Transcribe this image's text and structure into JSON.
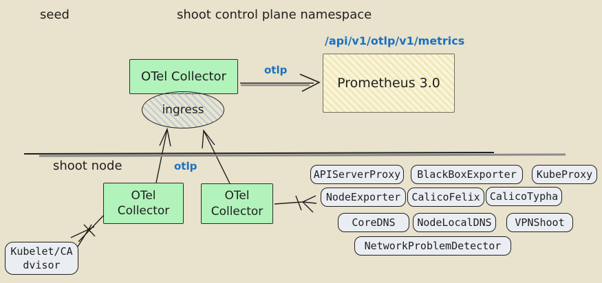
{
  "labels": {
    "seed": "seed",
    "control_plane": "shoot control plane namespace",
    "shoot_node": "shoot node"
  },
  "seed_section": {
    "otel_collector_label": "OTel Collector",
    "ingress_label": "ingress",
    "otlp_arrow_label": "otlp",
    "prometheus_label": "Prometheus 3.0",
    "prometheus_endpoint": "/api/v1/otlp/v1/metrics"
  },
  "shoot_section": {
    "otlp_arrow_label": "otlp",
    "collector1": {
      "line1": "OTel",
      "line2": "Collector"
    },
    "collector2": {
      "line1": "OTel",
      "line2": "Collector"
    },
    "kubelet": {
      "line1": "Kubelet/CA",
      "line2": "dvisor"
    },
    "components": [
      "APIServerProxy",
      "BlackBoxExporter",
      "KubeProxy",
      "NodeExporter",
      "CalicoFelix",
      "CalicoTypha",
      "CoreDNS",
      "NodeLocalDNS",
      "VPNShoot",
      "NetworkProblemDetector"
    ]
  },
  "colors": {
    "background": "#e9e2cc",
    "collector_fill": "#b2f2bb",
    "prometheus_fill": "#f9f3d9",
    "component_fill": "#eaeef3",
    "ink": "#1e1e1e",
    "accent_blue": "#1971c2",
    "shadow_gray": "#8a8a8a"
  }
}
